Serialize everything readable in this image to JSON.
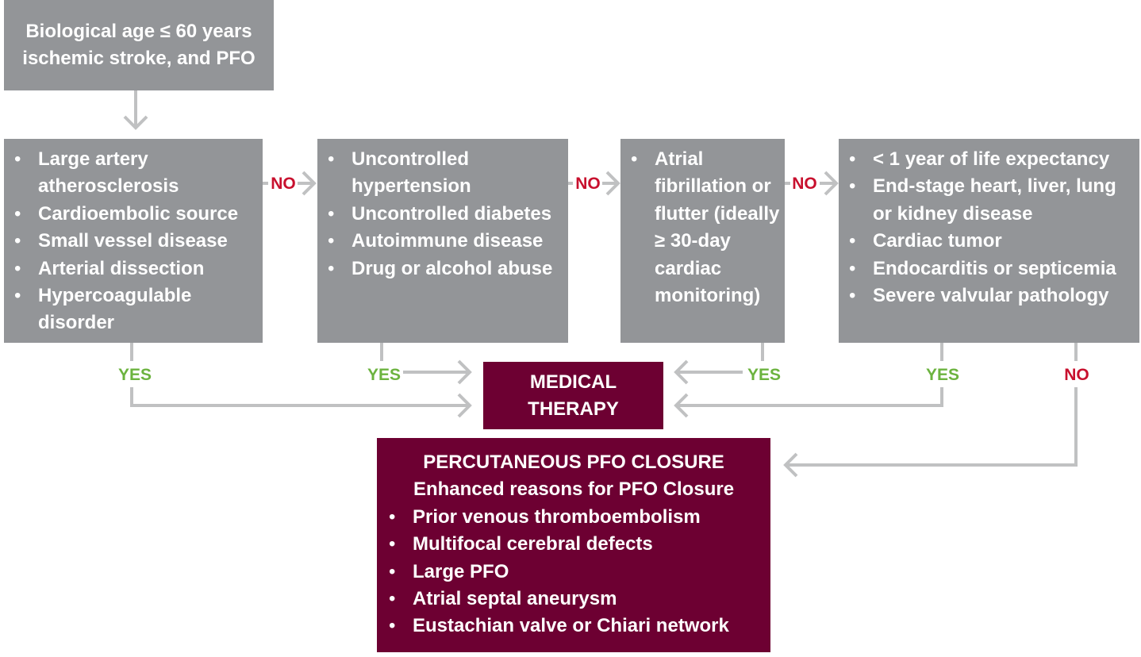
{
  "colors": {
    "gray_box": "#939598",
    "red_box": "#6d0032",
    "arrow": "#c0c1c2",
    "no_label": "#c8102e",
    "yes_label": "#6cb33f"
  },
  "start_box": {
    "lines": [
      "Biological age ≤ 60 years",
      "ischemic stroke, and PFO"
    ]
  },
  "boxes": [
    {
      "items": [
        "Large artery atherosclerosis",
        "Cardioembolic source",
        "Small vessel disease",
        "Arterial dissection",
        "Hypercoagulable disorder"
      ]
    },
    {
      "items": [
        "Uncontrolled hypertension",
        "Uncontrolled diabetes",
        "Autoimmune disease",
        "Drug or alcohol abuse"
      ]
    },
    {
      "items": [
        "Atrial fibrillation or flutter (ideally ≥ 30-day cardiac monitoring)"
      ]
    },
    {
      "items": [
        "< 1 year of life expectancy",
        "End-stage heart, liver, lung or kidney disease",
        "Cardiac tumor",
        "Endocarditis or septicemia",
        "Severe valvular pathology"
      ]
    }
  ],
  "labels": {
    "no": "NO",
    "yes": "YES"
  },
  "medical_therapy": {
    "lines": [
      "MEDICAL",
      "THERAPY"
    ]
  },
  "pfo_closure": {
    "title": "PERCUTANEOUS PFO CLOSURE",
    "subtitle": "Enhanced reasons for PFO Closure",
    "items": [
      "Prior venous thromboembolism",
      "Multifocal cerebral defects",
      "Large PFO",
      "Atrial septal aneurysm",
      "Eustachian valve or Chiari network"
    ]
  }
}
